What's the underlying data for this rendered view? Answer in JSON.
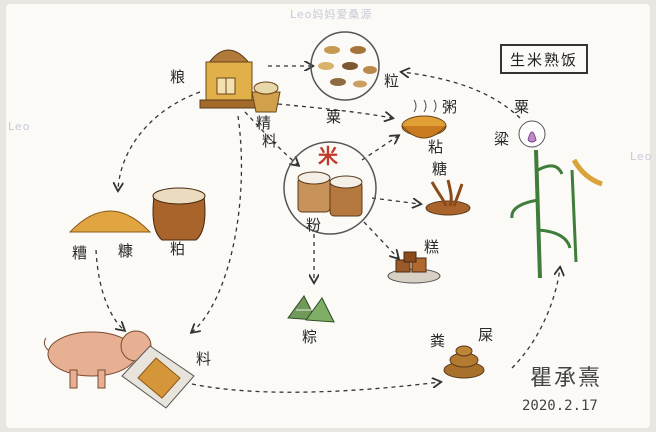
{
  "title": "生米熟饭",
  "watermark": "Leo妈妈爱桑源",
  "watermark_side": "Leo",
  "signature": "瞿承熹",
  "date": "2020.2.17",
  "labels": {
    "granary": "粮",
    "grain_pile": "粒",
    "su": "粟",
    "liang": "粱",
    "jing": "精",
    "liao": "料",
    "mi": "米",
    "fen": "粉",
    "zhou": "粥",
    "nian": "粘",
    "tang": "糖",
    "gao": "糕",
    "zong": "粽",
    "zao": "糟",
    "kang": "糠",
    "po": "粕",
    "liao2": "料",
    "fen_dung": "粪",
    "shi": "屎"
  },
  "colors": {
    "paper": "#fbfaf7",
    "background": "#e9e6e1",
    "ink": "#2b2b2b",
    "accent_red": "#c0392b",
    "plant_green": "#3f7d3a",
    "grain_gold": "#d9a33a",
    "wood_brown": "#8a5a2b"
  }
}
